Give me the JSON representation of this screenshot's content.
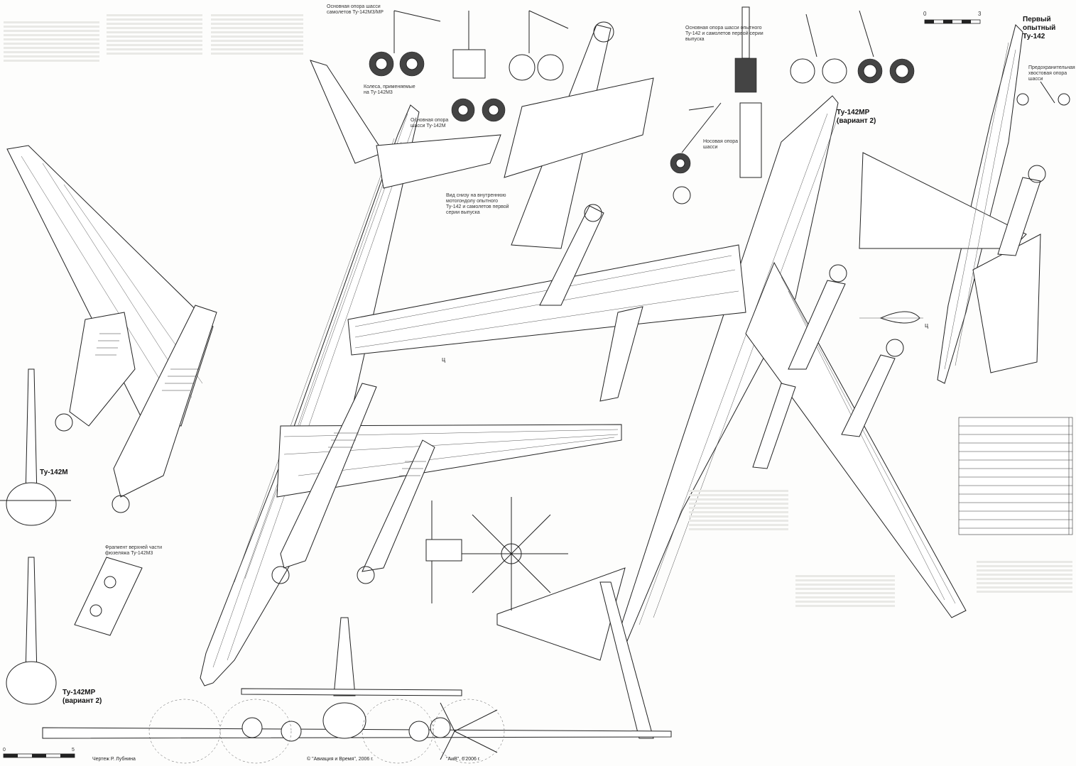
{
  "labels": {
    "main_gear_m3": "Основная опора шасси самолетов Ту-142М3/МР",
    "wheels_m3": "Колеса, применяемые на Ту-142М3",
    "main_gear_m": "Основная опора шасси Ту-142М",
    "main_gear_proto": "Основная опора шасси опытного Ту-142 и самолетов первой серии выпуска",
    "nose_gear": "Носовая опора шасси",
    "nacelle_view": "Вид снизу на внутреннюю мотогондолу опытного Ту-142 и самолетов первой серии выпуска",
    "tail_bumper": "Предохранительная хвостовая опора шасси",
    "fuselage_fragment": "Фрагмент верхней части фюзеляжа Ту-142М3",
    "section_mark_1": "ц",
    "section_mark_2": "ц"
  },
  "titles": {
    "tu142m": "Ту-142М",
    "tu142mr_left_1": "Ту-142МР",
    "tu142mr_left_2": "(вариант 2)",
    "tu142mr_right_1": "Ту-142МР",
    "tu142mr_right_2": "(вариант 2)",
    "proto_1": "Первый опытный",
    "proto_2": "Ту-142"
  },
  "scales": {
    "top_start": "0",
    "top_end": "3",
    "bottom_start": "0",
    "bottom_end": "5"
  },
  "footer": {
    "drawing_by": "Чертеж Р. Лубнина",
    "copyright": "© \"Авиация и Время\", 2006 г.",
    "issue": "\"АиВ\", 6'2006 г."
  }
}
